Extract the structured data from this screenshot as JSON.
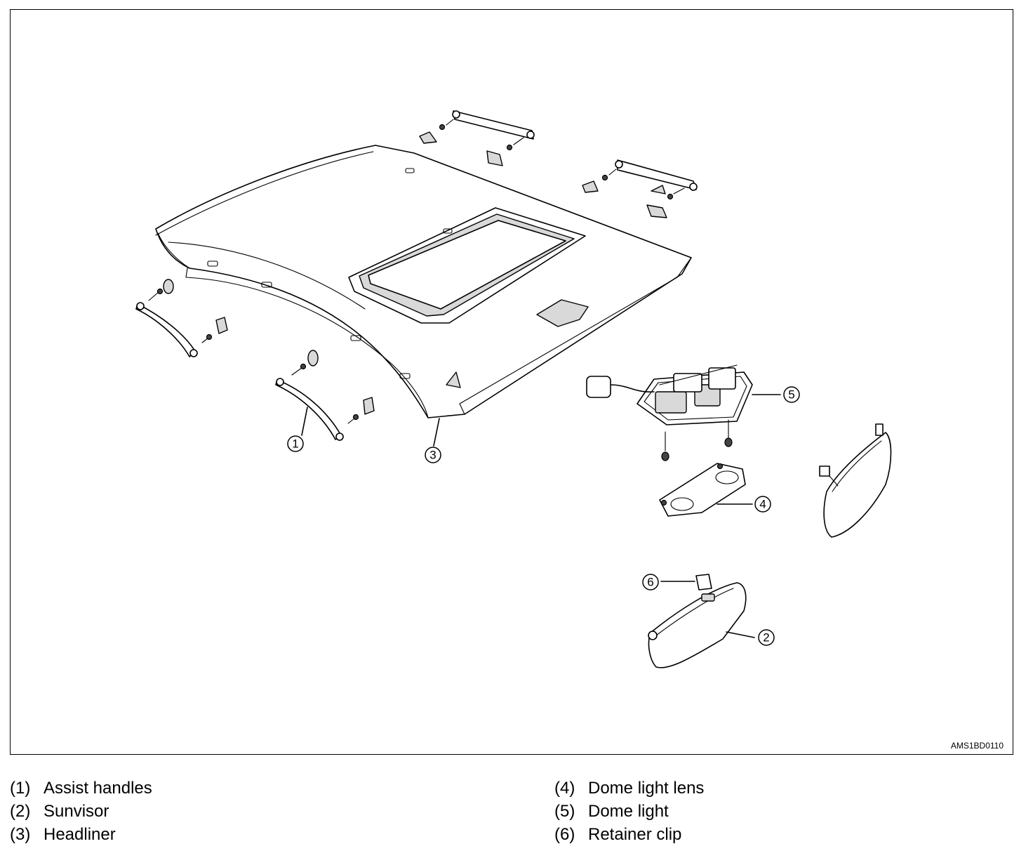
{
  "figure_code": "AMS1BD0110",
  "callouts": {
    "c1": "1",
    "c2": "2",
    "c3": "3",
    "c4": "4",
    "c5": "5",
    "c6": "6"
  },
  "legend": [
    {
      "num": "(1)",
      "label": "Assist handles"
    },
    {
      "num": "(2)",
      "label": "Sunvisor"
    },
    {
      "num": "(3)",
      "label": "Headliner"
    },
    {
      "num": "(4)",
      "label": "Dome light lens"
    },
    {
      "num": "(5)",
      "label": "Dome light"
    },
    {
      "num": "(6)",
      "label": "Retainer clip"
    }
  ]
}
